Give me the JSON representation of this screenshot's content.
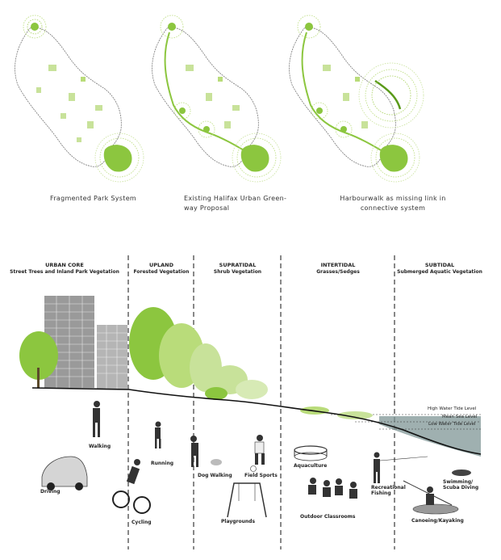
{
  "maps": {
    "captions": [
      "Fragmented Park System",
      "Existing Halifax Urban Green-\nway Proposal",
      "Harbourwalk as missing link in\nconnective system"
    ]
  },
  "zones": [
    {
      "name": "URBAN CORE",
      "subtitle": "Street Trees and Inland Park Vegetation"
    },
    {
      "name": "UPLAND",
      "subtitle": "Forested Vegetation"
    },
    {
      "name": "SUPRATIDAL",
      "subtitle": "Shrub Vegetation"
    },
    {
      "name": "INTERTIDAL",
      "subtitle": "Grasses/Sedges"
    },
    {
      "name": "SUBTIDAL",
      "subtitle": "Submerged Aquatic Vegetation"
    }
  ],
  "water_levels": {
    "high": "High Water Tide Level",
    "mean": "Mean Sea Level",
    "low": "Low Water Tide Level"
  },
  "activities": {
    "walking": "Walking",
    "driving": "Driving",
    "running": "Running",
    "cycling": "Cycling",
    "dog_walking": "Dog Walking",
    "field_sports": "Field Sports",
    "playgrounds": "Playgrounds",
    "aquaculture": "Aquaculture",
    "outdoor_classrooms": "Outdoor Classrooms",
    "recreational_fishing": "Recreational\nFishing",
    "swimming": "Swimming/\nScuba Diving",
    "canoeing": "Canoeing/Kayaking"
  },
  "colors": {
    "green": "#8cc63f",
    "light_green": "#c8e29a",
    "water": "#7f9696"
  }
}
